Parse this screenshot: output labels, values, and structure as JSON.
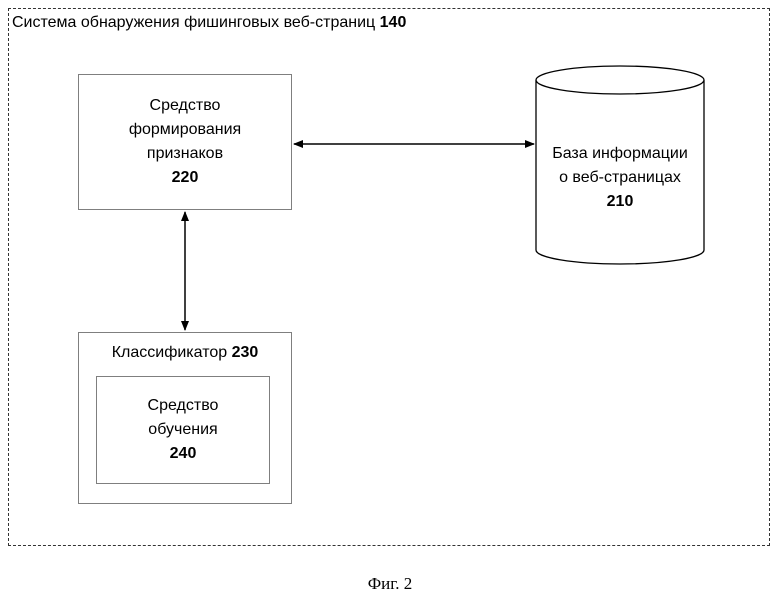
{
  "system": {
    "title": "Система обнаружения фишинговых веб-страниц",
    "number": "140"
  },
  "feature_tool": {
    "lines": [
      "Средство",
      "формирования",
      "признаков"
    ],
    "number": "220"
  },
  "database": {
    "lines": [
      "База информации",
      "о веб-страницах"
    ],
    "number": "210"
  },
  "classifier": {
    "title": "Классификатор",
    "number": "230"
  },
  "training_tool": {
    "lines": [
      "Средство",
      "обучения"
    ],
    "number": "240"
  },
  "caption": "Фиг. 2"
}
